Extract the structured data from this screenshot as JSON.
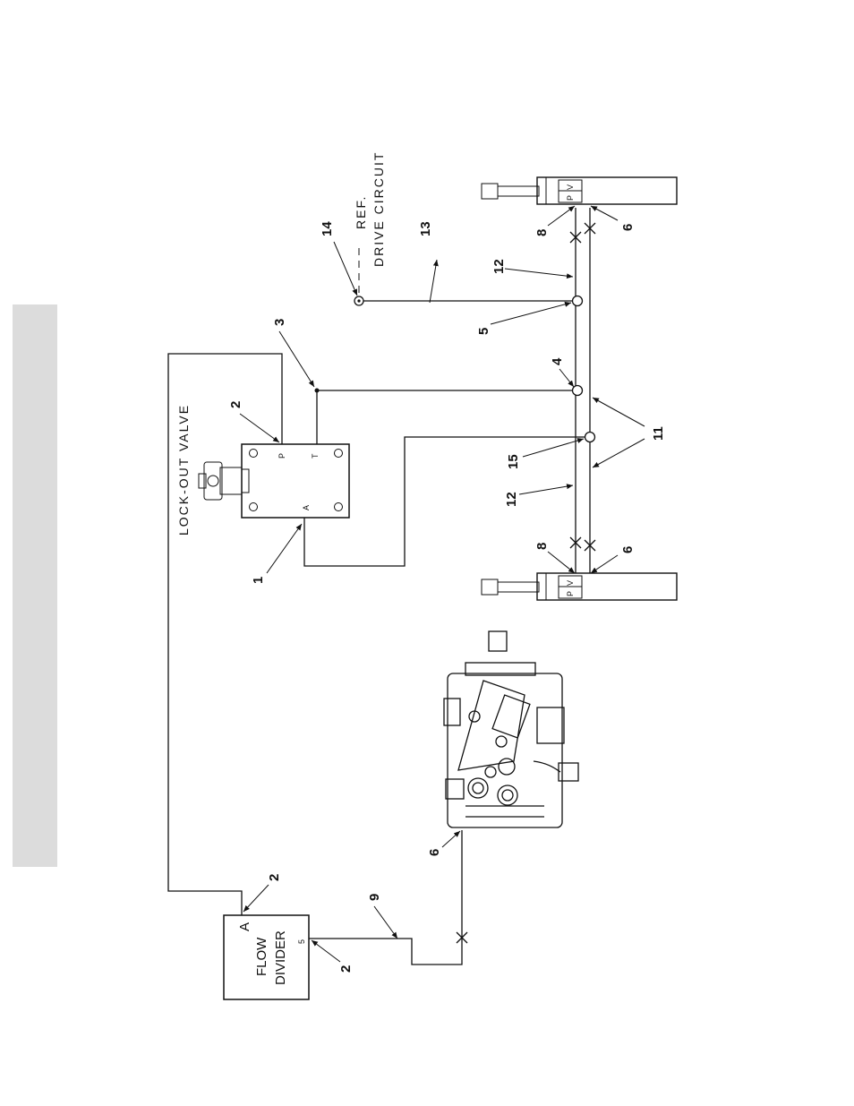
{
  "labels": {
    "lockout_valve": "LOCK-OUT  VALVE",
    "ref": "REF.",
    "drive_circuit": "DRIVE CIRCUIT",
    "flow": "FLOW",
    "divider": "DIVIDER",
    "port_a_flow": "A",
    "port_5_flow": "5",
    "port_p": "P",
    "port_t": "T",
    "port_a_valve": "A",
    "cyl_v": "V",
    "cyl_p": "P"
  },
  "callouts": {
    "c1": "1",
    "c2_valve": "2",
    "c3": "3",
    "c4": "4",
    "c5": "5",
    "c6_pump": "6",
    "c6_top": "6",
    "c6_bottom": "6",
    "c8_top": "8",
    "c8_bottom": "8",
    "c9": "9",
    "c11": "11",
    "c12_top": "12",
    "c12_bottom": "12",
    "c13": "13",
    "c14": "14",
    "c15": "15",
    "c2_flow_a": "2",
    "c2_flow_5": "2"
  }
}
